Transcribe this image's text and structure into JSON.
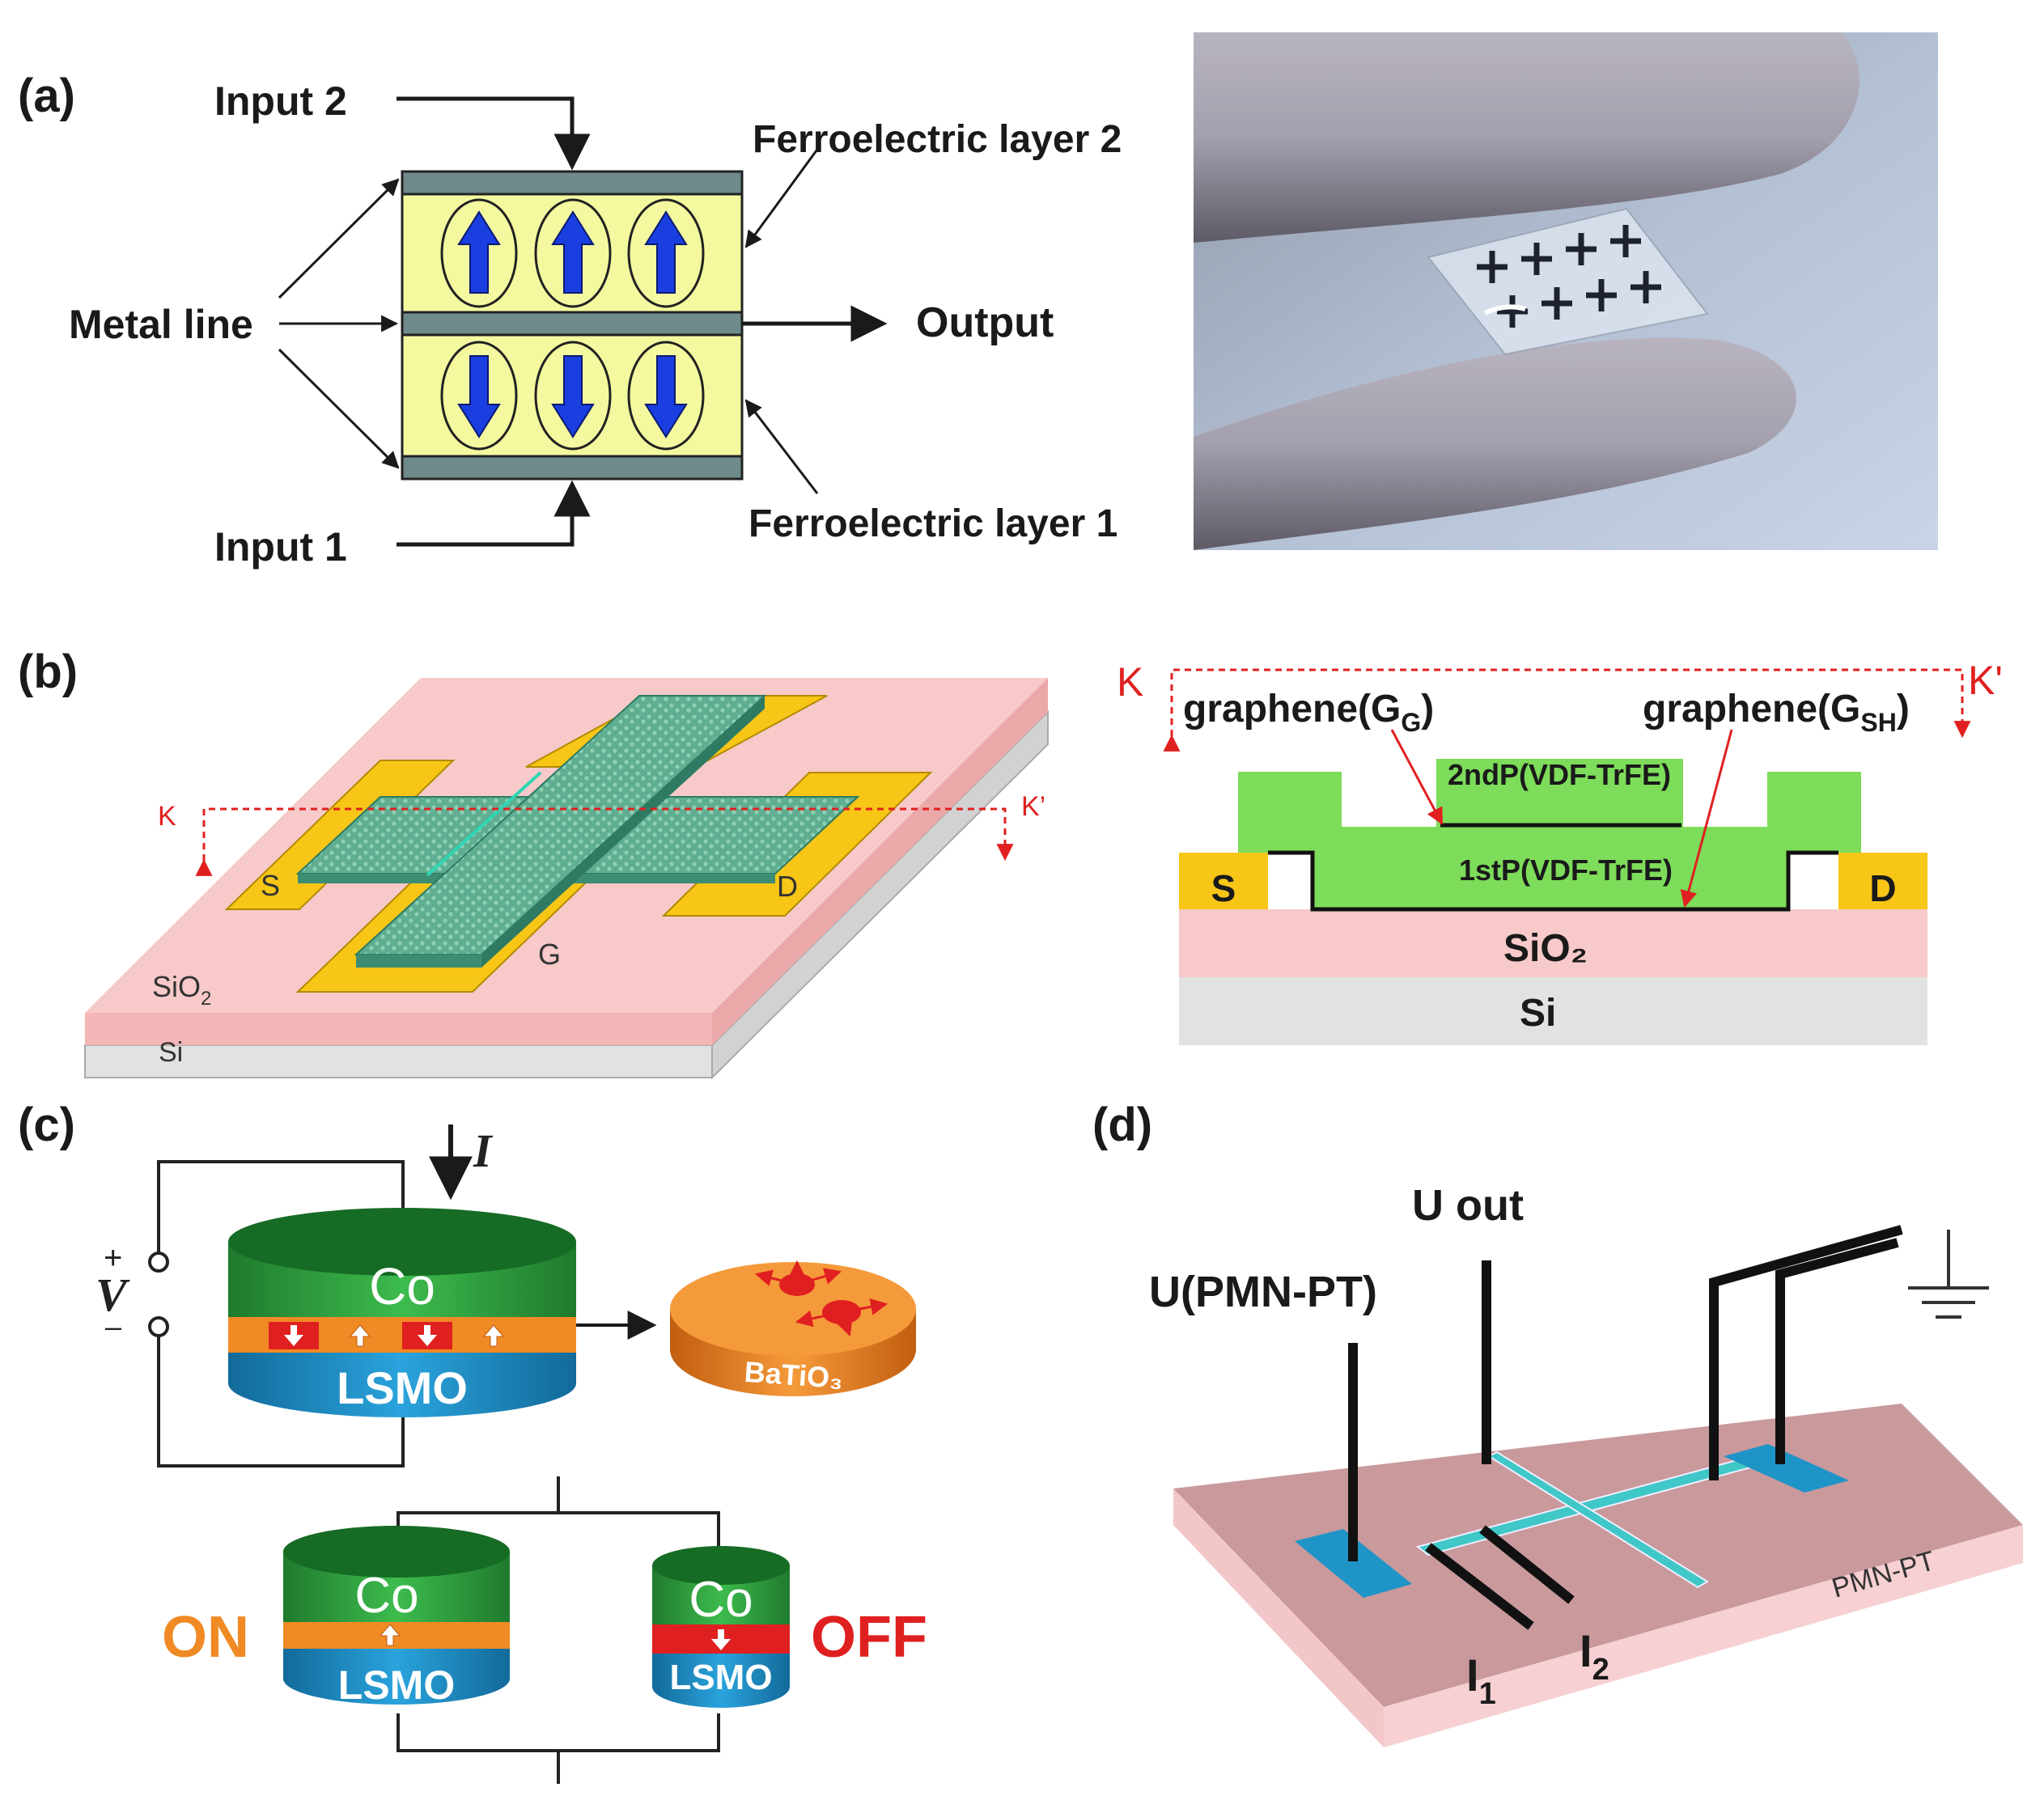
{
  "panel_a": {
    "letter": "(a)",
    "input2": "Input 2",
    "input1": "Input 1",
    "fe_layer2": "Ferroelectric layer 2",
    "fe_layer1": "Ferroelectric layer 1",
    "metal_line": "Metal line",
    "output": "Output"
  },
  "panel_b": {
    "letter": "(b)",
    "k": "K",
    "k_prime_3d": "K’",
    "k_prime": "K'",
    "s": "S",
    "d": "D",
    "g": "G",
    "sio2_base": "SiO",
    "sio2_sub": "2",
    "si": "Si",
    "graphene_gg_base": "graphene(G",
    "graphene_gg_sub": "G",
    "graphene_gg_close": ")",
    "graphene_gsh_base": "graphene(G",
    "graphene_gsh_sub": "SH",
    "graphene_gsh_close": ")",
    "layer_2nd": "2ndP(VDF-TrFE)",
    "layer_1st": "1stP(VDF-TrFE)",
    "sio2_cross": "SiO₂"
  },
  "panel_c": {
    "letter": "(c)",
    "current": "I",
    "voltage": "V",
    "plus": "+",
    "minus": "–",
    "co": "Co",
    "lsmo": "LSMO",
    "batio3": "BaTiO₃",
    "on": "ON",
    "off": "OFF"
  },
  "panel_d": {
    "letter": "(d)",
    "u_out": "U out",
    "u_pmnpt": "U(PMN-PT)",
    "pmnpt": "PMN-PT",
    "i1_base": "I",
    "i1_sub": "1",
    "i2_base": "I",
    "i2_sub": "2"
  },
  "colors": {
    "yellow_layer": "#f4f9a0",
    "metal_gray": "#6e8a8a",
    "arrow_blue": "#1a3ee0",
    "sio2_pink": "#f7c9c9",
    "si_gray": "#e2e2e2",
    "gold": "#f7c616",
    "green_layer": "#7ddc5a",
    "co_green": "#2e9a3e",
    "lsmo_blue": "#1f8fc7",
    "orange": "#f08a24",
    "red": "#e02020",
    "pmnpt_mauve": "#c9999c",
    "electrode_cyan": "#40c7c7"
  }
}
